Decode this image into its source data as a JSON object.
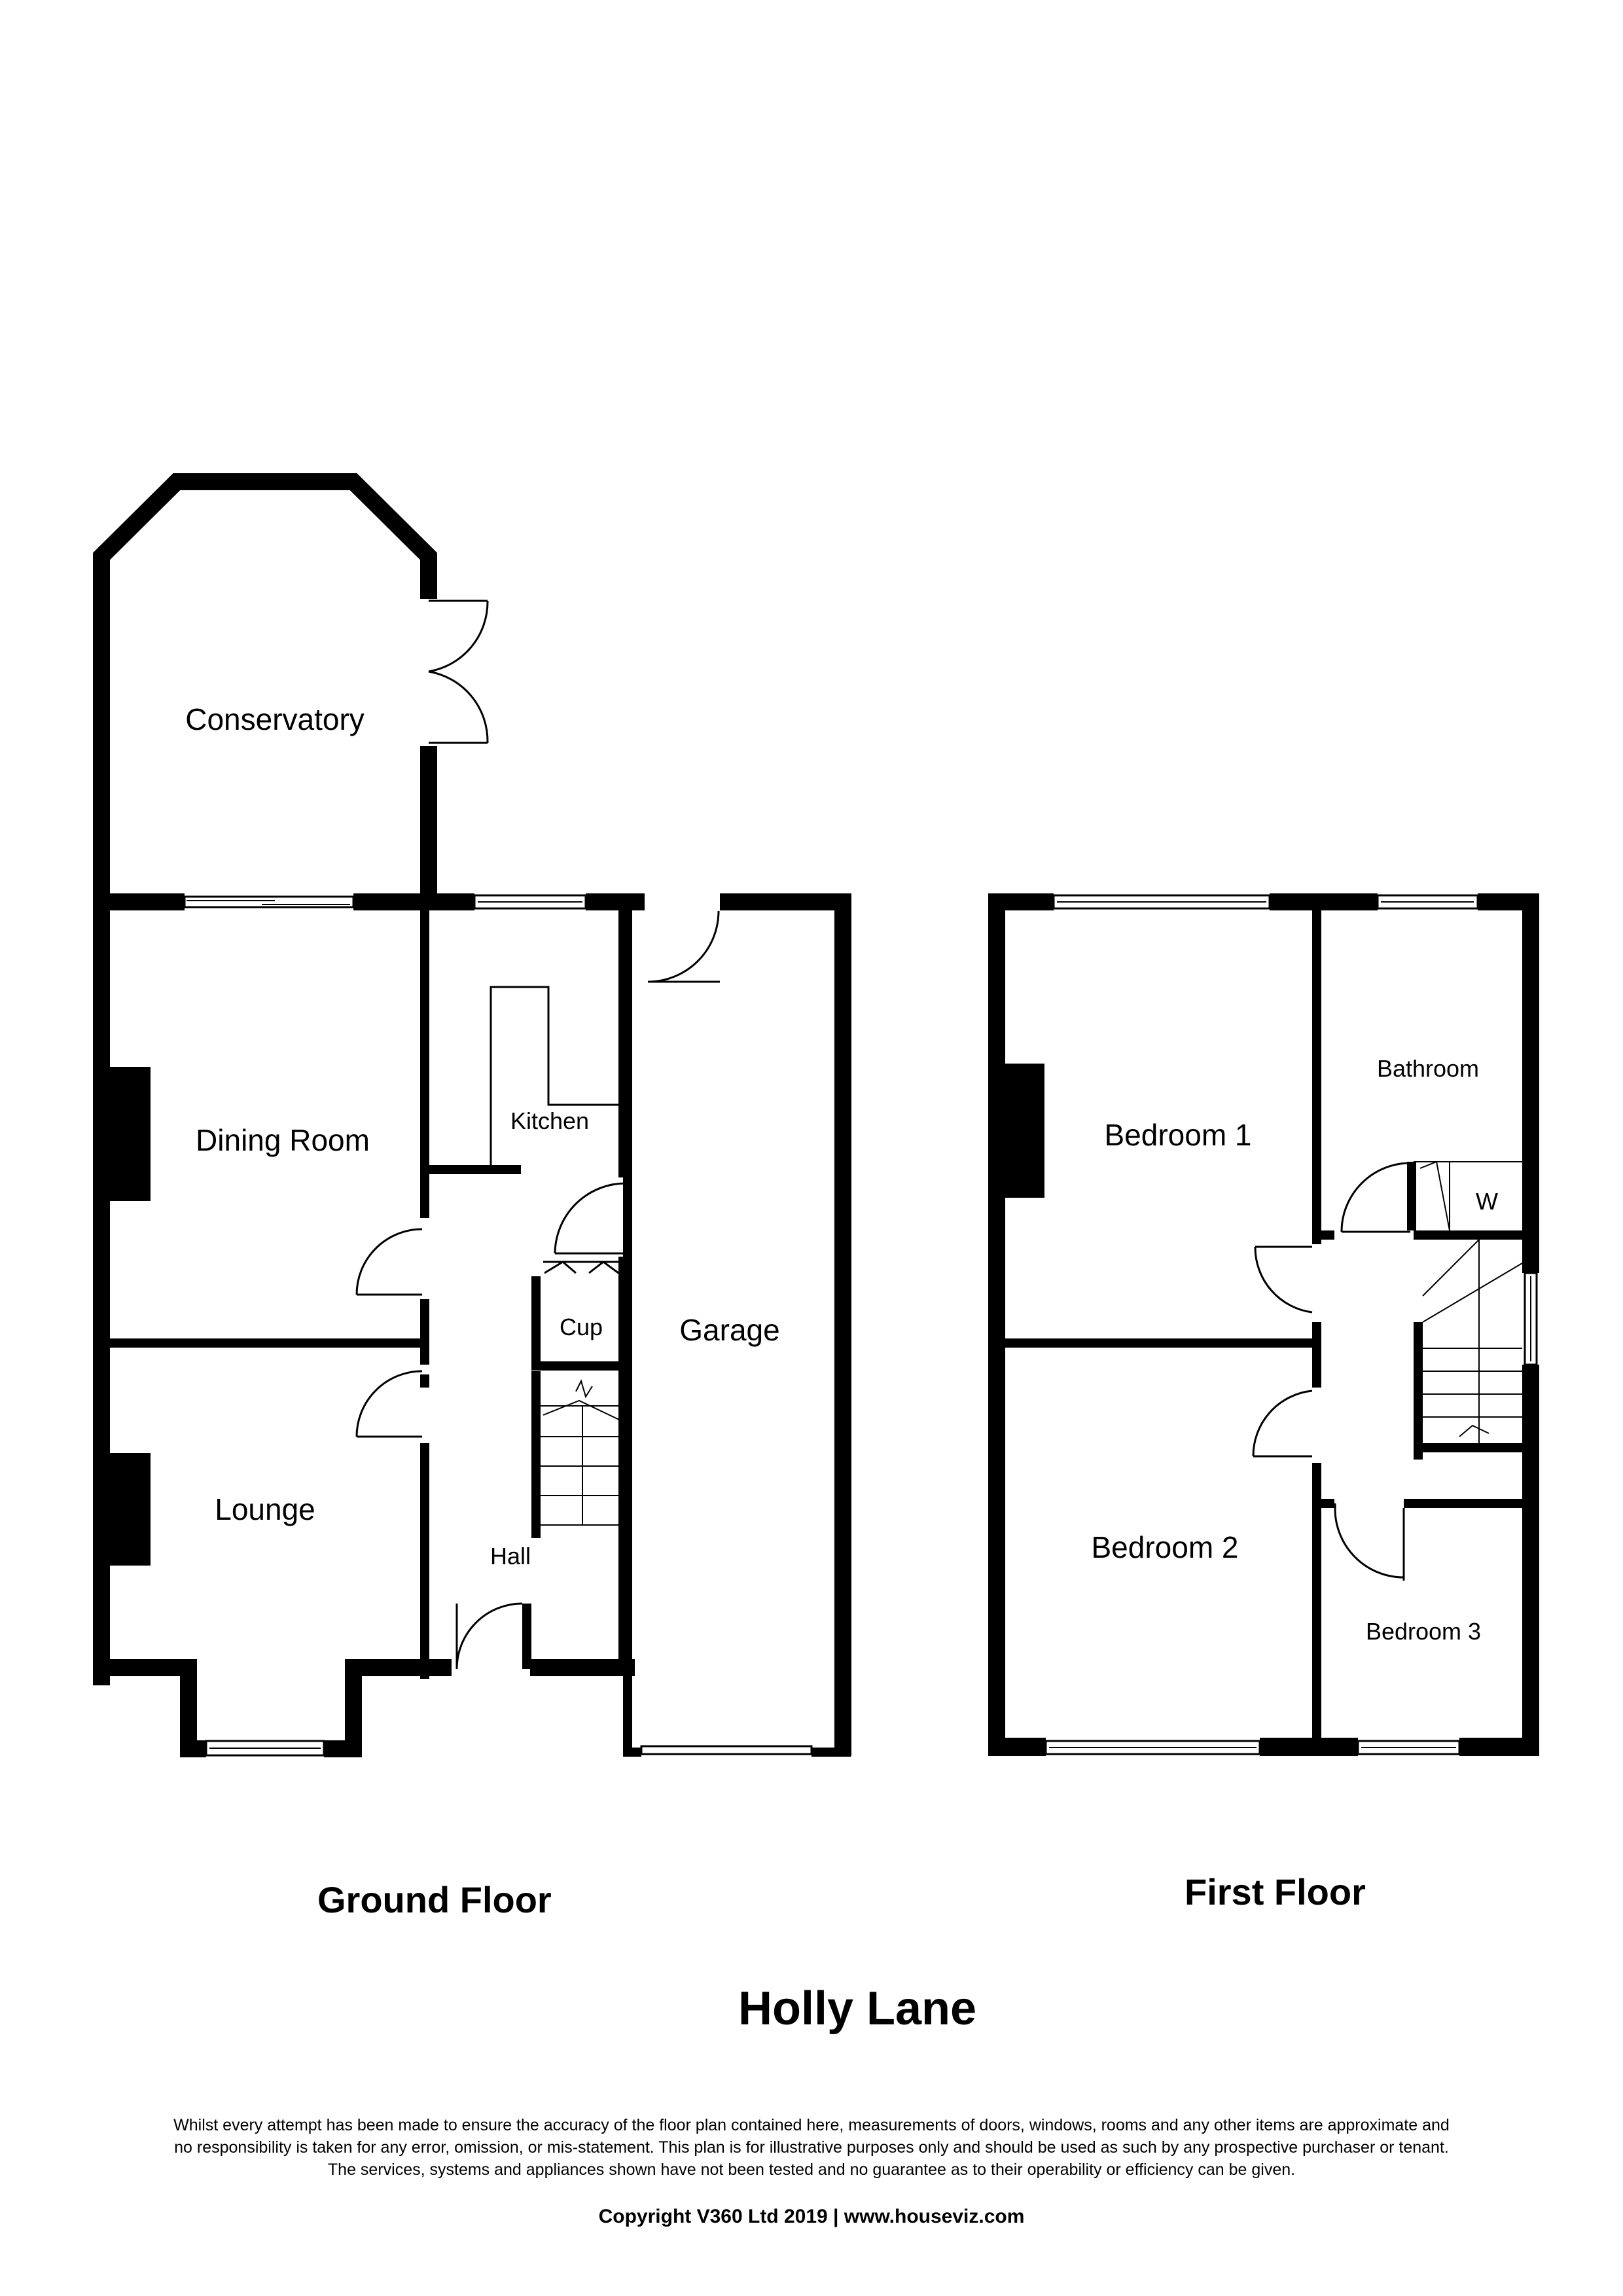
{
  "title": "Holly Lane",
  "floors": [
    {
      "name": "Ground Floor",
      "rooms": [
        "Conservatory",
        "Dining Room",
        "Kitchen",
        "Cup",
        "Garage",
        "Lounge",
        "Hall"
      ]
    },
    {
      "name": "First Floor",
      "rooms": [
        "Bedroom 1",
        "Bathroom",
        "W",
        "Bedroom 2",
        "Bedroom 3"
      ]
    }
  ],
  "disclaimer": [
    "Whilst every attempt has been made to ensure the accuracy of the floor plan contained here, measurements of doors, windows, rooms and any other items are approximate and",
    "no responsibility is taken for any error, omission, or mis-statement. This plan is for illustrative purposes only and should be used as such by any prospective purchaser or tenant.",
    "The services, systems and appliances shown have not been tested and no guarantee as to their operability or efficiency can be given."
  ],
  "copyright": "Copyright V360 Ltd 2019 | www.houseviz.com"
}
